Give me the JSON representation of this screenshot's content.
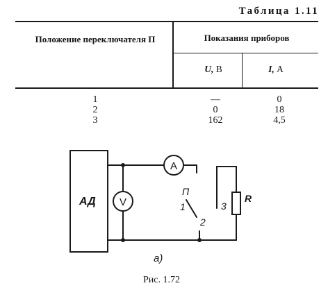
{
  "table": {
    "caption": "Таблица 1.11",
    "header": {
      "switch_position": "Положение переключателя П",
      "instrument_readings": "Показания приборов",
      "voltage_symbol": "U,",
      "voltage_unit": "В",
      "current_symbol": "I,",
      "current_unit": "А"
    },
    "rows": [
      {
        "position": "1",
        "voltage": "—",
        "current": "0"
      },
      {
        "position": "2",
        "voltage": "0",
        "current": "18"
      },
      {
        "position": "3",
        "voltage": "162",
        "current": "4,5"
      }
    ]
  },
  "circuit": {
    "source_label": "АД",
    "voltmeter_label": "V",
    "ammeter_label": "A",
    "switch_label": "П",
    "contact_1": "1",
    "contact_2": "2",
    "contact_3": "3",
    "resistor_label": "R",
    "subfigure_label": "а)"
  },
  "figure": {
    "caption": "Рис. 1.72"
  }
}
